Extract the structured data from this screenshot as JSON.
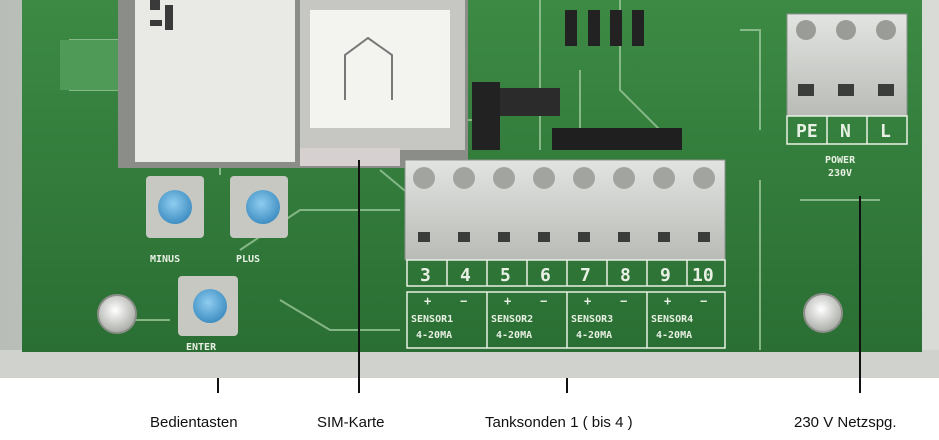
{
  "board": {
    "buttons": {
      "minus": "MINUS",
      "plus": "PLUS",
      "enter": "ENTER"
    },
    "power_terminals": [
      "PE",
      "N",
      "L"
    ],
    "power_label": [
      "POWER",
      "230V"
    ],
    "terminal_numbers": [
      "3",
      "4",
      "5",
      "6",
      "7",
      "8",
      "9",
      "10"
    ],
    "polarity": [
      "+",
      "−",
      "+",
      "−",
      "+",
      "−",
      "+",
      "−"
    ],
    "sensors": [
      {
        "name": "SENSOR1",
        "range": "4-20MA"
      },
      {
        "name": "SENSOR2",
        "range": "4-20MA"
      },
      {
        "name": "SENSOR3",
        "range": "4-20MA"
      },
      {
        "name": "SENSOR4",
        "range": "4-20MA"
      }
    ]
  },
  "captions": {
    "buttons": "Bedientasten",
    "sim": "SIM-Karte",
    "sensors": "Tanksonden 1 ( bis 4 )",
    "power": "230 V Netzspg."
  },
  "colors": {
    "pcb": "#2f7a3a",
    "trace": "#9bc79a",
    "button_cap": "#5aa9d8",
    "terminal": "#c9cbc8"
  }
}
